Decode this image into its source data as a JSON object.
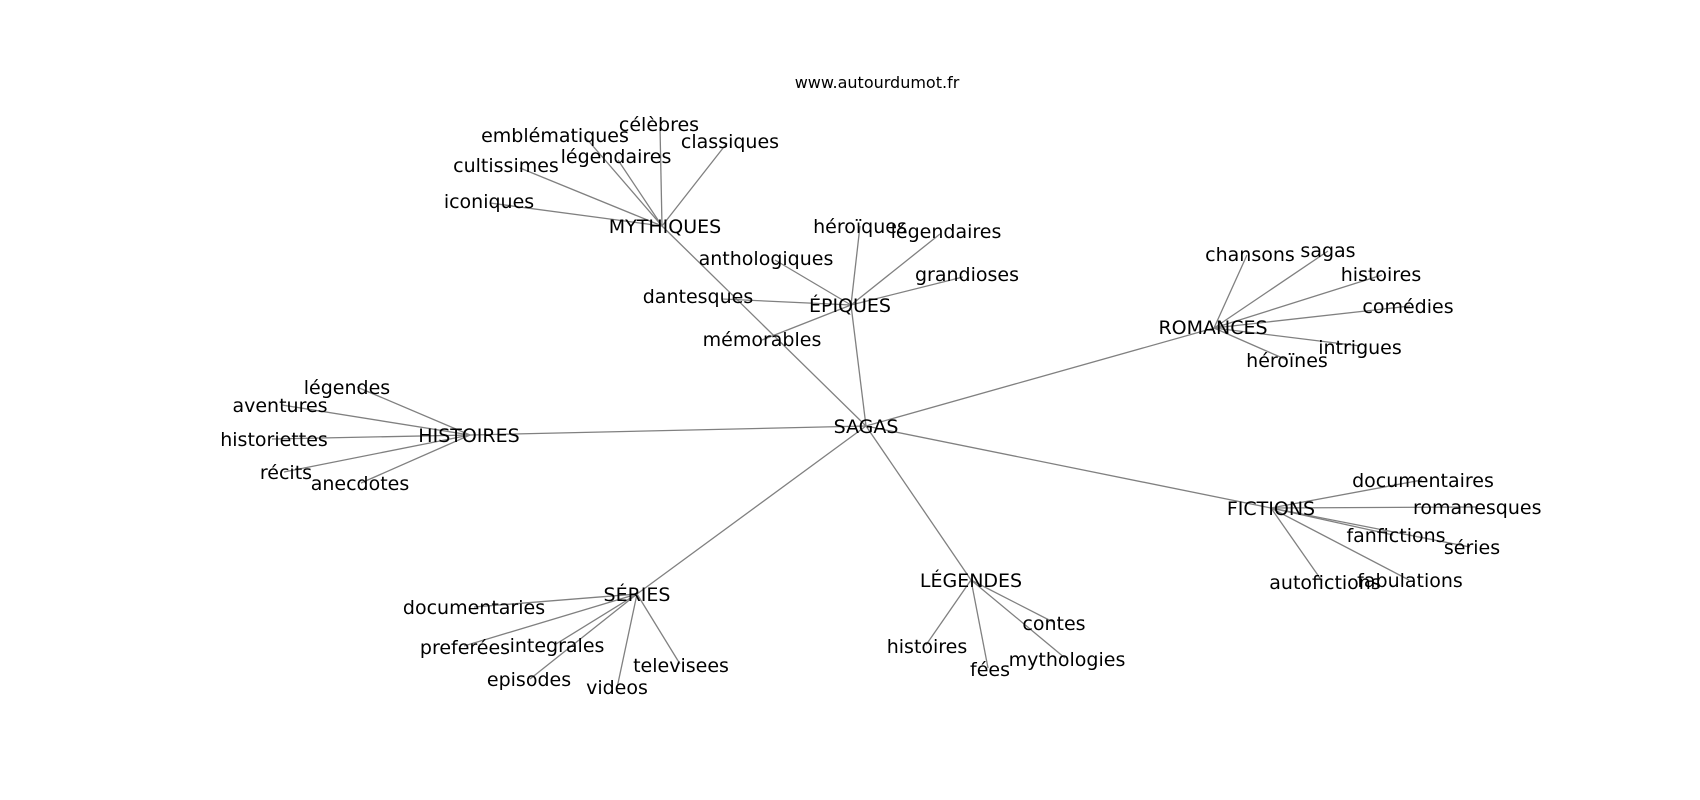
{
  "site": "www.autourdumot.fr",
  "colors": {
    "edge": "#808080",
    "text": "#000000",
    "background": "#ffffff"
  },
  "root": "SAGAS",
  "groups": [
    {
      "label": "MYTHIQUES",
      "terms": [
        "célèbres",
        "classiques",
        "emblématiques",
        "légendaires",
        "cultissimes",
        "iconiques"
      ]
    },
    {
      "label": "ÉPIQUES",
      "terms": [
        "héroïques",
        "légendaires",
        "anthologiques",
        "grandioses",
        "dantesques",
        "mémorables"
      ]
    },
    {
      "label": "ROMANCES",
      "terms": [
        "chansons",
        "sagas",
        "histoires",
        "comédies",
        "intrigues",
        "héroïnes"
      ]
    },
    {
      "label": "HISTOIRES",
      "terms": [
        "légendes",
        "aventures",
        "historiettes",
        "récits",
        "anecdotes"
      ]
    },
    {
      "label": "FICTIONS",
      "terms": [
        "documentaires",
        "romanesques",
        "fanfictions",
        "séries",
        "fabulations",
        "autofictions"
      ]
    },
    {
      "label": "SÉRIES",
      "terms": [
        "documentaries",
        "preferées",
        "integrales",
        "televisees",
        "episodes",
        "videos"
      ]
    },
    {
      "label": "LÉGENDES",
      "terms": [
        "contes",
        "histoires",
        "mythologies",
        "fées"
      ]
    }
  ]
}
